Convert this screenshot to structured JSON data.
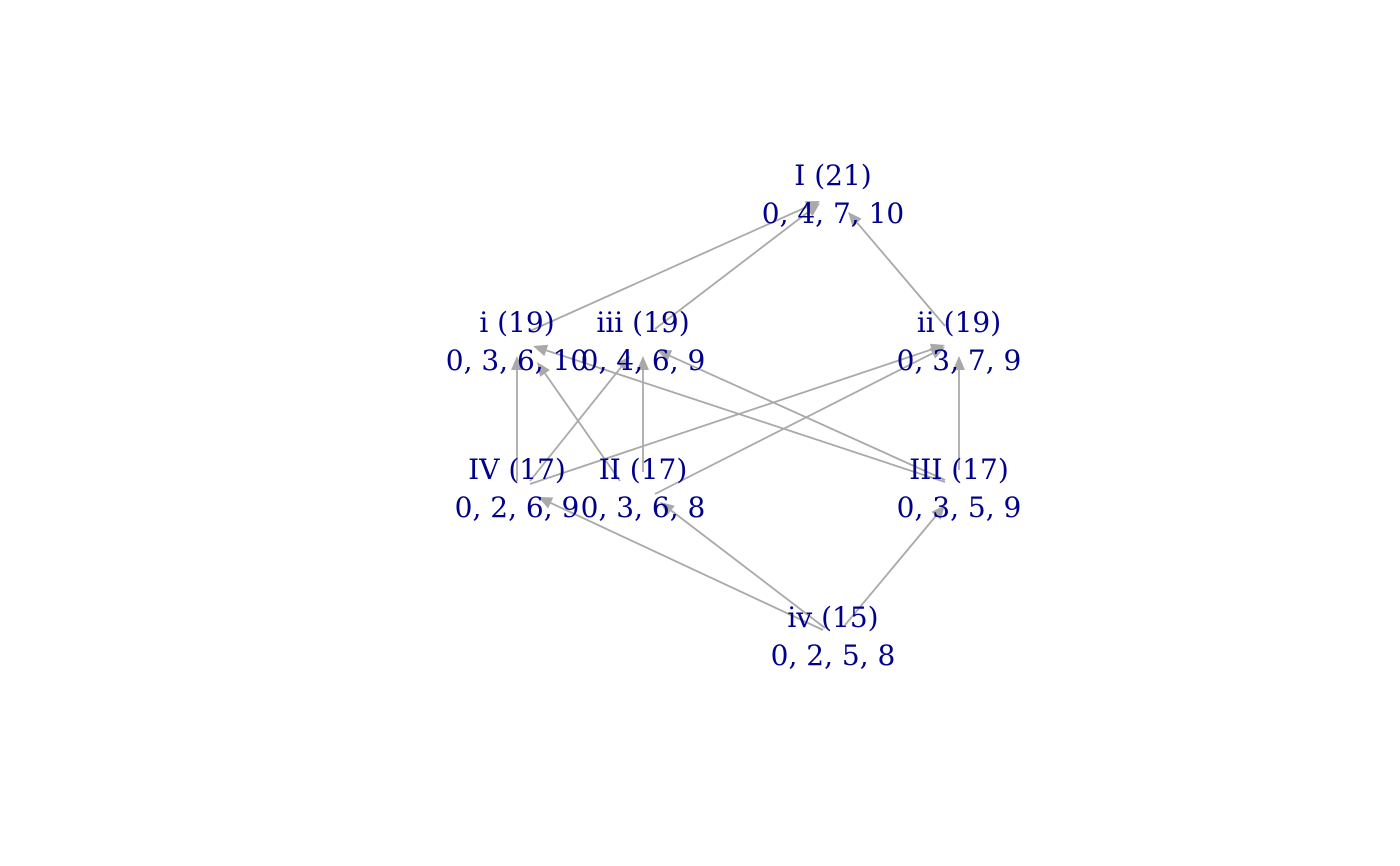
{
  "colors": {
    "label": "#00008B",
    "edge": "#A9A9A9"
  },
  "nodes": [
    {
      "id": "I",
      "name": "I (21)",
      "set": "0, 4, 7, 10"
    },
    {
      "id": "i",
      "name": "i (19)",
      "set": "0, 3, 6, 10"
    },
    {
      "id": "iii",
      "name": "iii (19)",
      "set": "0, 4, 6, 9"
    },
    {
      "id": "ii",
      "name": "ii (19)",
      "set": "0, 3, 7, 9"
    },
    {
      "id": "IV",
      "name": "IV (17)",
      "set": "0, 2, 6, 9"
    },
    {
      "id": "II",
      "name": "II (17)",
      "set": "0, 3, 6, 8"
    },
    {
      "id": "III",
      "name": "III (17)",
      "set": "0, 3, 5, 9"
    },
    {
      "id": "iv",
      "name": "iv (15)",
      "set": "0, 2, 5, 8"
    }
  ],
  "edges": [
    {
      "from": "i",
      "to": "I"
    },
    {
      "from": "iii",
      "to": "I"
    },
    {
      "from": "ii",
      "to": "I"
    },
    {
      "from": "IV",
      "to": "i"
    },
    {
      "from": "IV",
      "to": "iii"
    },
    {
      "from": "IV",
      "to": "ii"
    },
    {
      "from": "II",
      "to": "i"
    },
    {
      "from": "II",
      "to": "iii"
    },
    {
      "from": "II",
      "to": "ii"
    },
    {
      "from": "III",
      "to": "i"
    },
    {
      "from": "III",
      "to": "iii"
    },
    {
      "from": "III",
      "to": "ii"
    },
    {
      "from": "iv",
      "to": "IV"
    },
    {
      "from": "iv",
      "to": "II"
    },
    {
      "from": "iv",
      "to": "III"
    }
  ]
}
